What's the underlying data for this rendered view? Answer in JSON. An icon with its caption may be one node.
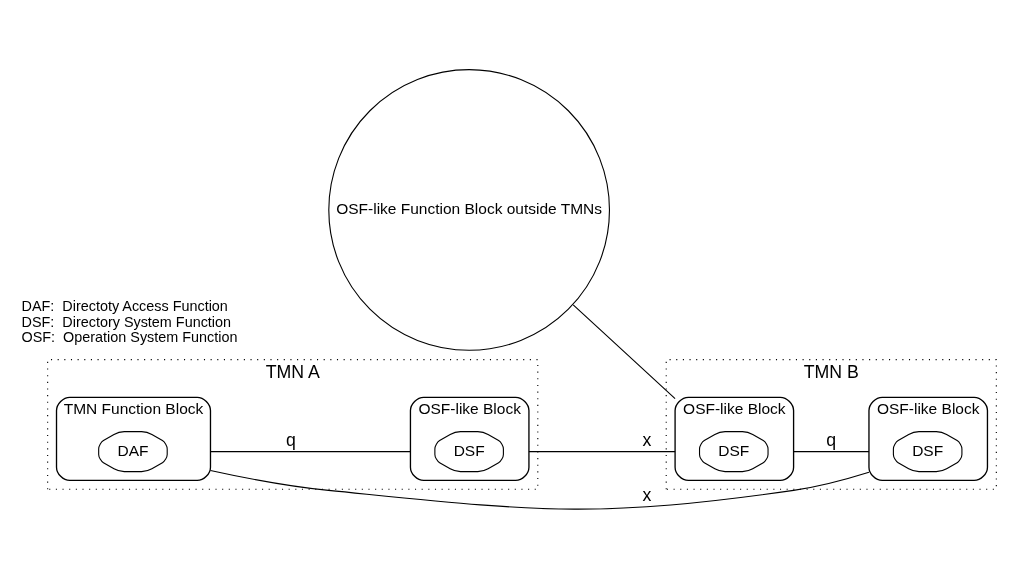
{
  "diagram": {
    "nodes": [
      {
        "text": [
          "TMN A"
        ]
      },
      {
        "text": [
          "TMN Function Block"
        ],
        "in": 0
      },
      {
        "text": [
          "DAF"
        ],
        "in": 1
      },
      {
        "text": [
          "OSF-like Block"
        ],
        "in": 0
      },
      {
        "text": [
          "DSF"
        ],
        "in": 3
      },
      {
        "text": [
          "OSF-like Function Block outside TMNs"
        ]
      },
      {
        "text": [
          "TMN B"
        ]
      },
      {
        "text": [
          "OSF-like Block"
        ],
        "in": 6
      },
      {
        "text": [
          "DSF"
        ],
        "in": 7
      },
      {
        "text": [
          "OSF-like Block"
        ],
        "in": 6
      },
      {
        "text": [
          "DSF"
        ],
        "in": 9
      }
    ],
    "edges": [
      {
        "from": 1,
        "to": 3,
        "arrow": "none",
        "label": "q"
      },
      {
        "from": 3,
        "to": 7,
        "arrow": "none",
        "label": "x"
      },
      {
        "from": 1,
        "to": 9,
        "arrow": "none",
        "label": "x"
      },
      {
        "from": 5,
        "to": 7,
        "arrow": "none"
      },
      {
        "from": 7,
        "to": 9,
        "arrow": "none",
        "label": "q"
      }
    ],
    "labels": [
      "DAF:  Directoty Access Function",
      "DSF:  Directory System Function",
      "OSF:  Operation System Function"
    ]
  }
}
